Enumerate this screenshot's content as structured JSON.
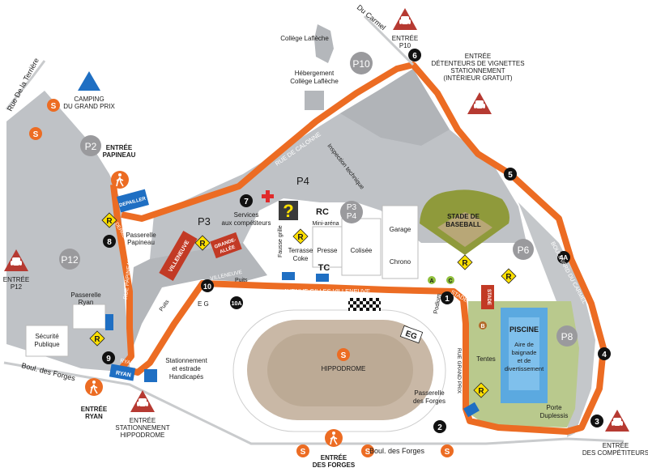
{
  "colors": {
    "track": "#ec6c23",
    "zone": "#bfc2c6",
    "zone_dark": "#a9acb1",
    "water": "#5ba9e0",
    "green": "#b9c98d",
    "field": "#8f9a3b",
    "sign_red": "#b63a32",
    "badge_gray": "#9a9a9d",
    "blue": "#1f6fc3",
    "yellow": "#ffe000"
  },
  "streets": {
    "du_carmel": "Du Carmel",
    "rue_terriere": "Rue De la Terrière",
    "boul_forges_left": "Boul. des Forges",
    "boul_forges_bottom": "Boul. des Forges"
  },
  "roads": {
    "rue_calonne": "RUE DE CALONNE",
    "boul_carmel": "BOULEVARD DU CARMEL",
    "avenue_villeneuve": "AVENUE GILLES VILLENEUVE",
    "rue_papineau": "RUE PAPINEAU",
    "des_forges": "DES FORGES",
    "rue_grand_prix": "RUE GRAND PRIX",
    "stade": "STADE",
    "villeneuve": "VILLENEUVE",
    "depailler": "DEPAILLER",
    "ryan": "RYAN",
    "puits": "Puits",
    "puits2": "Puits",
    "eg": "E  G",
    "eg_box": "EG",
    "inspection": "Inspection technique",
    "fausse_grille": "Fausse grille"
  },
  "zones": {
    "p2": "P2",
    "p3": "P3",
    "p4": "P4",
    "p6": "P6",
    "p8": "P8",
    "p10": "P10",
    "p12": "P12",
    "p3p4_a": "P3",
    "p3p4_b": "P4"
  },
  "entrances": {
    "p10_line1": "ENTRÉE",
    "p10_line2": "P10",
    "vignettes_1": "ENTRÉE",
    "vignettes_2": "DÉTENTEURS DE VIGNETTES",
    "vignettes_3": "STATIONNEMENT",
    "vignettes_4": "(INTÉRIEUR GRATUIT)",
    "papineau_1": "ENTRÉE",
    "papineau_2": "PAPINEAU",
    "p12_1": "ENTRÉE",
    "p12_2": "P12",
    "ryan_1": "ENTRÉE",
    "ryan_2": "RYAN",
    "hippo_1": "ENTRÉE",
    "hippo_2": "STATIONNEMENT",
    "hippo_3": "HIPPODROME",
    "forges_1": "ENTRÉE",
    "forges_2": "DES FORGES",
    "comp_1": "ENTRÉE",
    "comp_2": "DES COMPÉTITEURS"
  },
  "places": {
    "college": "Collège Laflèche",
    "hebergement_1": "Hébergement",
    "hebergement_2": "Collège Laflèche",
    "camping_1": "CAMPING",
    "camping_2": "DU GRAND PRIX",
    "services_1": "Services",
    "services_2": "aux compétiteurs",
    "rc": "RC",
    "mini_arena": "Mini-aréna",
    "terrasse_1": "Terrasse",
    "terrasse_2": "Coke",
    "presse": "Presse",
    "colisee": "Colisée",
    "garage": "Garage",
    "chrono": "Chrono",
    "tc": "TC",
    "stade_1": "STADE DE",
    "stade_2": "BASEBALL",
    "passerelle_papineau_1": "Passerelle",
    "passerelle_papineau_2": "Papineau",
    "passerelle_ryan_1": "Passerelle",
    "passerelle_ryan_2": "Ryan",
    "securite_1": "Sécurité",
    "securite_2": "Publique",
    "stationnement_1": "Stationnement",
    "stationnement_2": "et estrade",
    "stationnement_3": "Handicapés",
    "hippodrome": "HIPPODROME",
    "podium": "Podium",
    "piscine": "PISCINE",
    "aire_1": "Aire de",
    "aire_2": "baignade",
    "aire_3": "et de",
    "aire_4": "divertissement",
    "tentes": "Tentes",
    "passerelle_forges_1": "Passerelle",
    "passerelle_forges_2": "des Forges",
    "porte_1": "Porte",
    "porte_2": "Duplessis",
    "grande_allee_1": "GRANDE-",
    "grande_allee_2": "ALLÉE",
    "stade_tag": "STADE"
  },
  "markers": {
    "n1": "1",
    "n2": "2",
    "n3": "3",
    "n4": "4",
    "n4a": "4A",
    "n5": "5",
    "n6": "6",
    "n7": "7",
    "n8": "8",
    "n9": "9",
    "n10": "10",
    "n10a": "10A",
    "r": "R",
    "s": "S",
    "a": "A",
    "c": "C",
    "b": "B",
    "q": "?"
  }
}
